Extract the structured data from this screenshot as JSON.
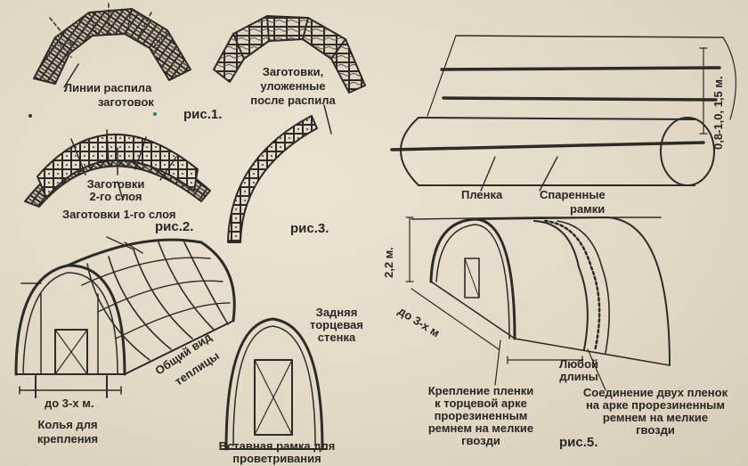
{
  "labels": {
    "saw_lines": "Линии распила",
    "saw_lines_2": "заготовок",
    "laid_1": "Заготовки,",
    "laid_2": "уложенные",
    "laid_3": "после распила",
    "fig1": "рис.1.",
    "layer2_1": "Заготовки",
    "layer2_2": "2-го слоя",
    "layer1": "Заготовки 1-го слоя",
    "fig2": "рис.2.",
    "fig3": "рис.3.",
    "height_range": "0,8-1,0, 1,5 м.",
    "film": "Пленка",
    "paired_1": "Спаренные",
    "paired_2": "рамки",
    "height_22": "2,2 м.",
    "up_to_3m": "до 3-х м",
    "any_1": "Любой",
    "any_2": "длины",
    "attach_1": "Крепление пленки",
    "attach_2": "к торцевой арке",
    "attach_3": "прорезиненным",
    "attach_4": "ремнем на мелкие",
    "attach_5": "гвозди",
    "join_1": "Соединение двух пленок",
    "join_2": "на арке прорезиненным",
    "join_3": "ремнем на мелкие",
    "join_4": "гвозди",
    "fig5": "рис.5.",
    "rear_1": "Задняя",
    "rear_2": "торцевая",
    "rear_3": "стенка",
    "overview_1": "Общий вид",
    "overview_2": "теплицы",
    "up_to_3m_b": "до 3-х м.",
    "stakes_1": "Колья для",
    "stakes_2": "крепления",
    "insert_1": "Вставная рамка для",
    "insert_2": "проветривания"
  }
}
